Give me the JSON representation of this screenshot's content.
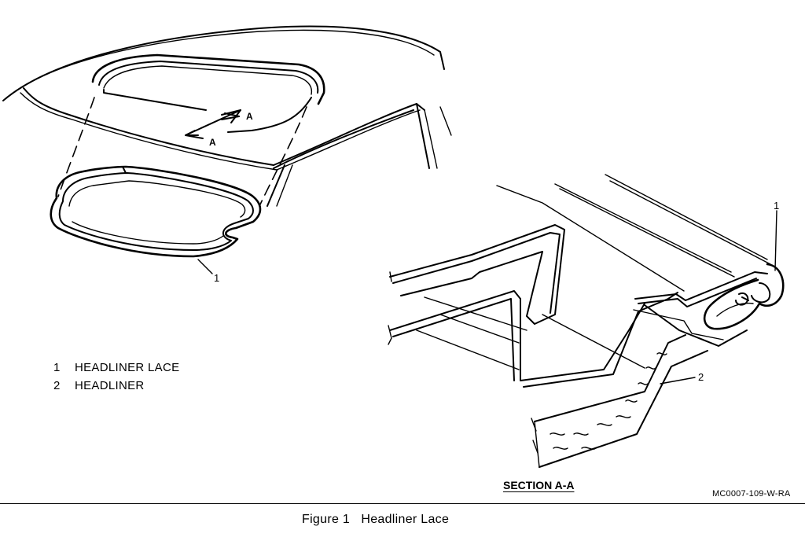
{
  "figure": {
    "caption_number": "Figure 1",
    "caption_title": "Headliner Lace",
    "reference_code": "MC0007-109-W-RA",
    "section_label": "SECTION A-A"
  },
  "legend": [
    {
      "number": "1",
      "label": "HEADLINER LACE"
    },
    {
      "number": "2",
      "label": "HEADLINER"
    }
  ],
  "callouts": {
    "lace_left": "1",
    "lace_right": "1",
    "headliner_right": "2"
  },
  "section_marks": {
    "upper": "A",
    "lower": "A"
  }
}
